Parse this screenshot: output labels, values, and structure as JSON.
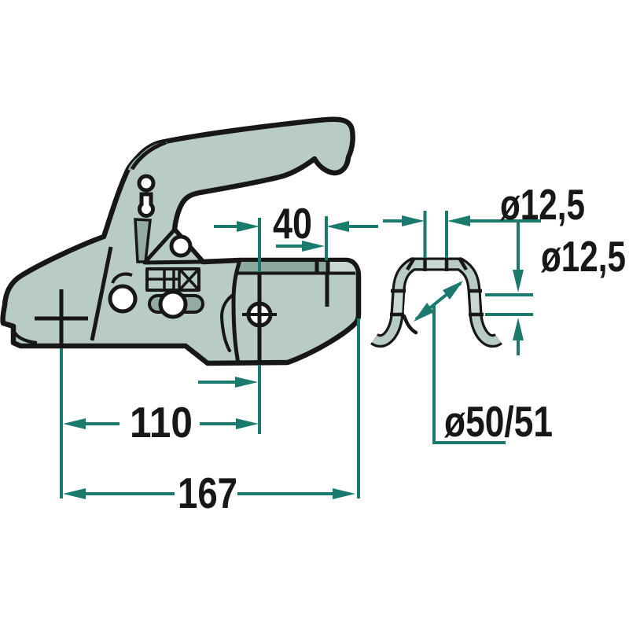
{
  "diagram": {
    "type": "technical-drawing",
    "view_count": 2,
    "colors": {
      "paper": "#ffffff",
      "outline": "#171717",
      "body": "#b8cbc5",
      "shade": "#94aba4",
      "band": "#8da8a1",
      "light": "#c9d6d4",
      "dim": "#1b7a6e",
      "label": "#171717",
      "white": "#ffffff"
    },
    "labels": {
      "width_top": "40",
      "hole_dia": "ø12,5",
      "bar_dia": "ø12,5",
      "length_mid": "110",
      "length_total": "167",
      "clamp_dia": "ø50/51"
    }
  }
}
